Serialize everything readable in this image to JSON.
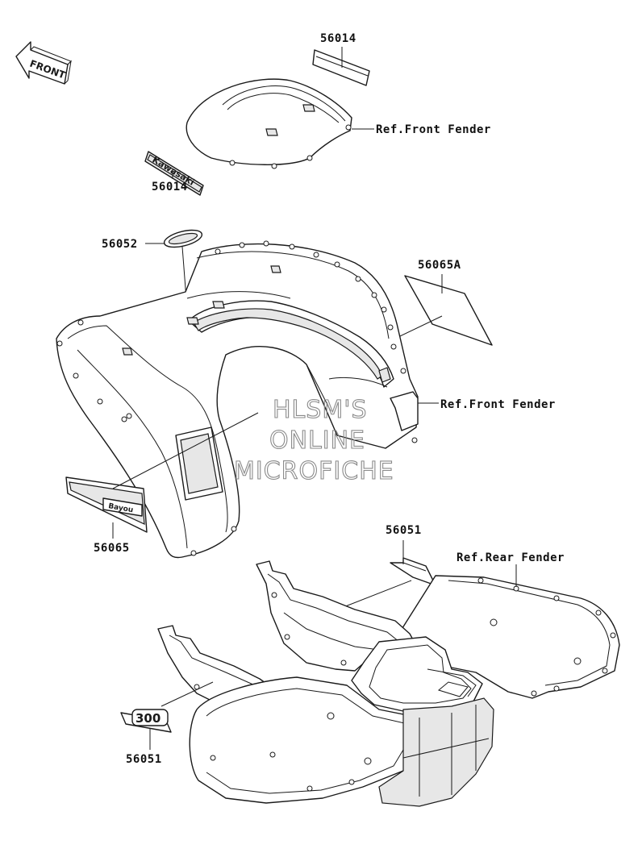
{
  "front_indicator": {
    "label": "FRONT"
  },
  "labels": {
    "p56014_top": "56014",
    "p56014_mid": "56014",
    "p56052": "56052",
    "p56065A": "56065A",
    "p56065": "56065",
    "p56051_top": "56051",
    "p56051_bottom": "56051",
    "ref_front_fender_1": "Ref.Front Fender",
    "ref_front_fender_2": "Ref.Front Fender",
    "ref_rear_fender": "Ref.Rear Fender"
  },
  "decals": {
    "kawasaki_emblem": "Kawasaki",
    "side_decal": "Bayou",
    "number_decal": "300"
  },
  "watermark": {
    "line1": "HLSM'S",
    "line2": "ONLINE",
    "line3": "MICROFICHE"
  }
}
